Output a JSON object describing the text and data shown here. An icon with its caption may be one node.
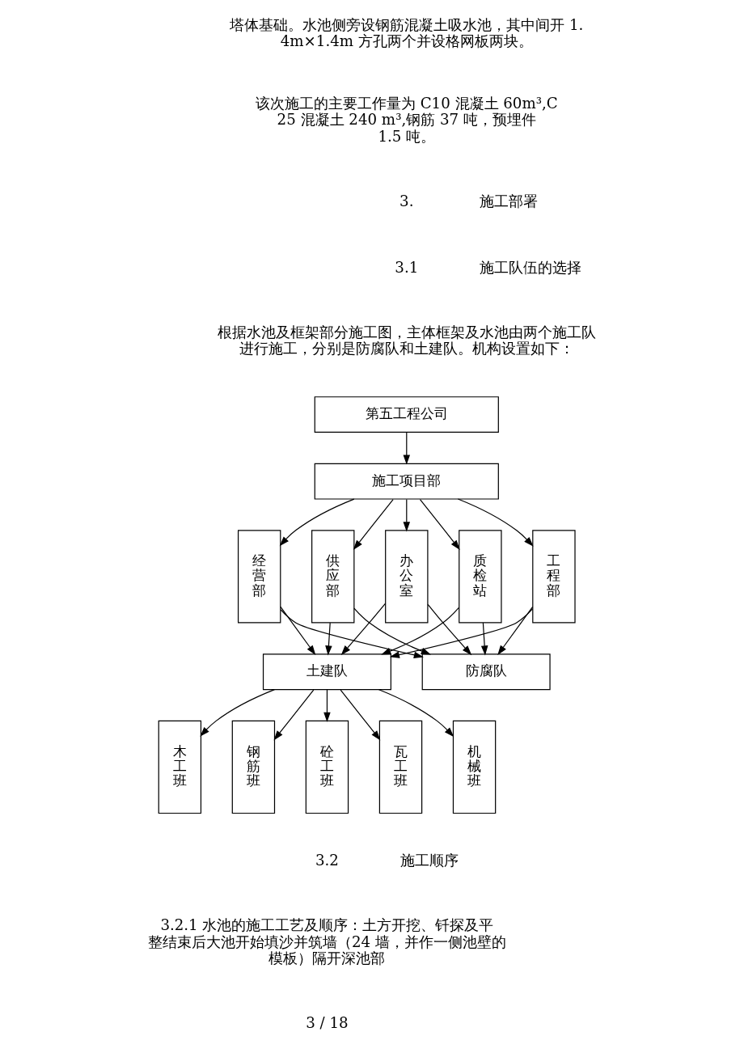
{
  "diagram": {
    "nodes": [
      {
        "text": [
          "第五工程公司"
        ]
      },
      {
        "text": [
          "施工项目部"
        ]
      },
      {
        "text": [
          "工程部"
        ]
      },
      {
        "text": [
          "经营部"
        ]
      },
      {
        "text": [
          "供应部"
        ]
      },
      {
        "text": [
          "办公室"
        ]
      },
      {
        "text": [
          "质检站"
        ]
      },
      {
        "text": [
          "土建队"
        ]
      },
      {
        "text": [
          "防腐队"
        ]
      },
      {
        "text": [
          "木工班"
        ]
      },
      {
        "text": [
          "钢筋班"
        ]
      },
      {
        "text": [
          "砼工班"
        ]
      },
      {
        "text": [
          "瓦工班"
        ]
      },
      {
        "text": [
          "机械班"
        ]
      }
    ],
    "edges": [
      {
        "from": 0,
        "to": 1,
        "arrow": "to"
      },
      {
        "from": 1,
        "to": 2,
        "arrow": "to"
      },
      {
        "from": 1,
        "to": 3,
        "arrow": "to"
      },
      {
        "from": 1,
        "to": 4,
        "arrow": "to"
      },
      {
        "from": 1,
        "to": 5,
        "arrow": "to"
      },
      {
        "from": 1,
        "to": 6,
        "arrow": "to"
      },
      {
        "from": 2,
        "to": 7,
        "arrow": "to"
      },
      {
        "from": 3,
        "to": 7,
        "arrow": "to"
      },
      {
        "from": 4,
        "to": 7,
        "arrow": "to"
      },
      {
        "from": 5,
        "to": 7,
        "arrow": "to"
      },
      {
        "from": 6,
        "to": 7,
        "arrow": "to"
      },
      {
        "from": 2,
        "to": 8,
        "arrow": "to"
      },
      {
        "from": 3,
        "to": 8,
        "arrow": "to"
      },
      {
        "from": 4,
        "to": 8,
        "arrow": "to"
      },
      {
        "from": 5,
        "to": 8,
        "arrow": "to"
      },
      {
        "from": 6,
        "to": 8,
        "arrow": "to"
      },
      {
        "from": 7,
        "to": 9,
        "arrow": "to"
      },
      {
        "from": 7,
        "to": 10,
        "arrow": "to"
      },
      {
        "from": 7,
        "to": 11,
        "arrow": "to"
      },
      {
        "from": 7,
        "to": 12,
        "arrow": "to"
      },
      {
        "from": 7,
        "to": 13,
        "arrow": "to"
      }
    ],
    "labels": [
      "塔体基础。水池侧旁设钢筋混凝土吸水池，其中间开 1.4m×1.4m 方孔两个并设格网板两块。",
      "该次施工的主要工作量为 C10 混凝土 60m³,C25 混凝土 240 m³,钢筋 37 吨，预埋件 1.5 吨。",
      "3.",
      "施工部署",
      "3.1",
      "施工队伍的选择",
      "根据水池及框架部分施工图，主体框架及水池由两个施工队进行施工，分别是防腐队和土建队。机构设置如下：",
      "3.2",
      "施工顺序",
      "3.2.1 水池的施工工艺及顺序：土方开挖、钎探及平整结束后大池开始填沙并筑墙（24 墙，并作一侧池壁的模板）隔开深池部",
      "3 / 18"
    ]
  }
}
